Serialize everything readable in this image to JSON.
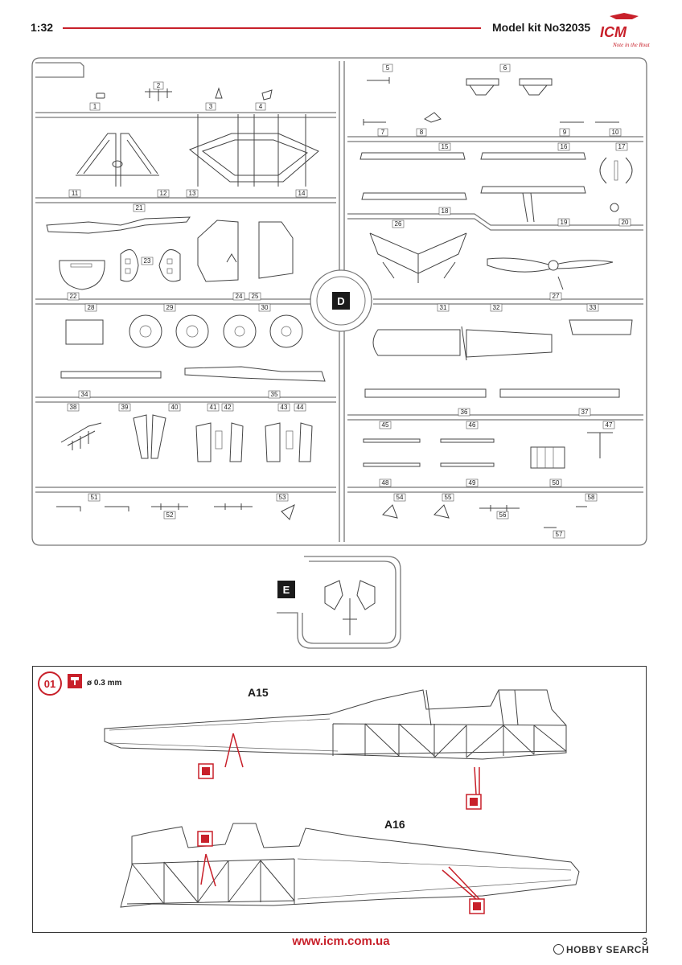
{
  "header": {
    "scale": "1:32",
    "kit": "Model kit No32035",
    "logo_text": "ICM",
    "logo_tagline": "Note in the Rout",
    "accent_color": "#c8202a"
  },
  "sprue_d": {
    "letter": "D",
    "part_numbers": [
      "1",
      "2",
      "3",
      "4",
      "5",
      "6",
      "7",
      "8",
      "9",
      "10",
      "11",
      "12",
      "13",
      "14",
      "15",
      "16",
      "17",
      "18",
      "19",
      "20",
      "21",
      "22",
      "23",
      "24",
      "25",
      "26",
      "27",
      "28",
      "29",
      "30",
      "31",
      "32",
      "33",
      "34",
      "35",
      "36",
      "37",
      "38",
      "39",
      "40",
      "41",
      "42",
      "43",
      "44",
      "45",
      "46",
      "47",
      "48",
      "49",
      "50",
      "51",
      "52",
      "53",
      "54",
      "55",
      "56",
      "57",
      "58"
    ]
  },
  "sprue_e": {
    "letter": "E"
  },
  "step": {
    "number": "01",
    "drill_label": "ø 0.3 mm",
    "parts": [
      "A15",
      "A16"
    ],
    "drill_icon": "drill-icon"
  },
  "footer": {
    "url": "www.icm.com.ua",
    "page": "3",
    "watermark": "HOBBY SEARCH"
  }
}
